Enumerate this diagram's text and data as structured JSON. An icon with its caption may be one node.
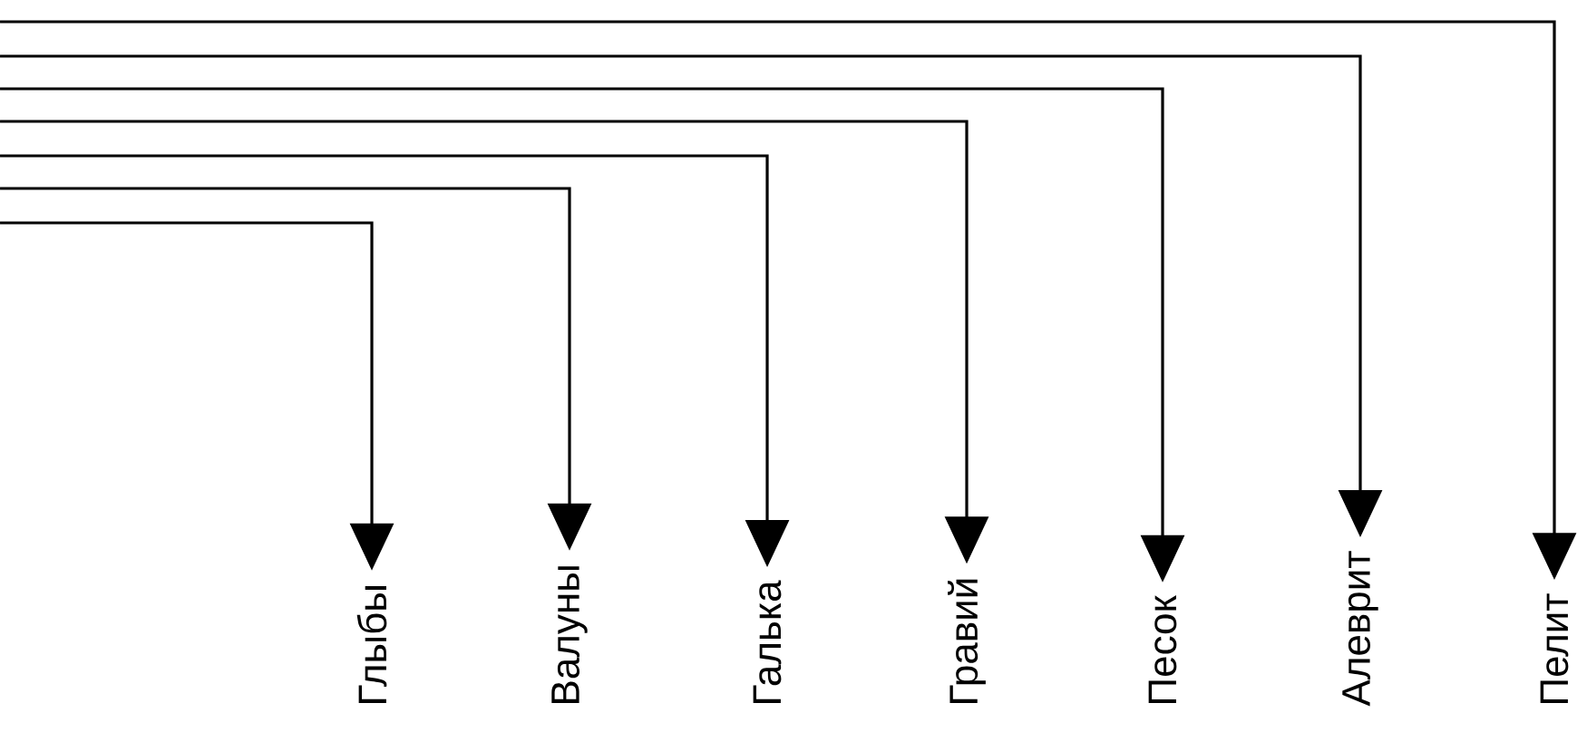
{
  "diagram": {
    "nodes": [
      {
        "text": [
          "Глыбы"
        ]
      },
      {
        "text": [
          "Валуны"
        ]
      },
      {
        "text": [
          "Галька"
        ]
      },
      {
        "text": [
          "Гравий"
        ]
      },
      {
        "text": [
          "Песок"
        ]
      },
      {
        "text": [
          "Алеврит"
        ]
      },
      {
        "text": [
          "Пелит"
        ]
      }
    ],
    "edges": [
      {
        "from": null,
        "to": 0,
        "arrow": "to"
      },
      {
        "from": null,
        "to": 1,
        "arrow": "to"
      },
      {
        "from": null,
        "to": 2,
        "arrow": "to"
      },
      {
        "from": null,
        "to": 3,
        "arrow": "to"
      },
      {
        "from": null,
        "to": 4,
        "arrow": "to"
      },
      {
        "from": null,
        "to": 5,
        "arrow": "to"
      },
      {
        "from": null,
        "to": 6,
        "arrow": "to"
      }
    ]
  }
}
